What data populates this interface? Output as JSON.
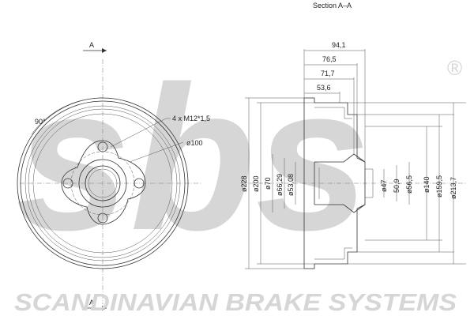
{
  "watermark": {
    "logo_text": "sbs",
    "registered_mark": "®",
    "company_name": "SCANDINAVIAN BRAKE SYSTEMS",
    "color": "#d6d6d6"
  },
  "front_view": {
    "section_marker_top": "A",
    "section_marker_bottom": "A",
    "angle_label": "90°",
    "bolt_spec": "4 x M12*1,5",
    "pitch_circle": "ø100"
  },
  "section_view": {
    "title": "Section A–A",
    "top_dims": [
      "94,1",
      "76,5",
      "71,7",
      "53,6"
    ],
    "left_dims": [
      "ø228",
      "ø200",
      "ø70",
      "ø66,29",
      "ø53,08"
    ],
    "hub_dims": [
      "ø47",
      "50,9",
      "ø56,5"
    ],
    "right_dims": [
      "ø140",
      "ø159,5",
      "ø213,7"
    ]
  }
}
